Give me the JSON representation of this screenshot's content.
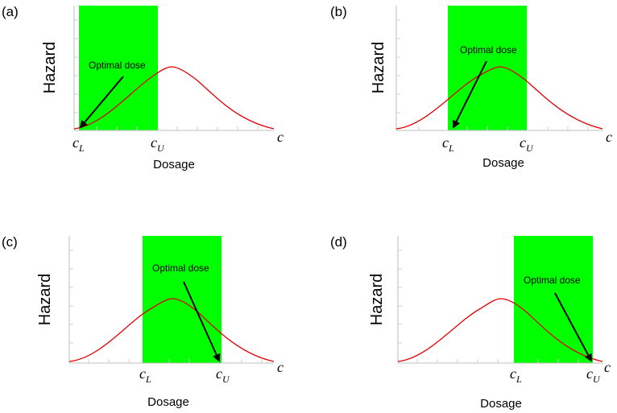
{
  "colors": {
    "band": "#00ff00",
    "curve": "#e00000",
    "arrow": "#000000",
    "axis": "#bdbdbd"
  },
  "common": {
    "ylabel": "Hazard",
    "xlabel": "Dosage",
    "annotation": "Optimal dose",
    "x_symbol": "c",
    "lower_symbol": "c",
    "lower_sub": "L",
    "upper_symbol": "c",
    "upper_sub": "U"
  },
  "panels": [
    {
      "label": "(a)"
    },
    {
      "label": "(b)"
    },
    {
      "label": "(c)"
    },
    {
      "label": "(d)"
    }
  ]
}
